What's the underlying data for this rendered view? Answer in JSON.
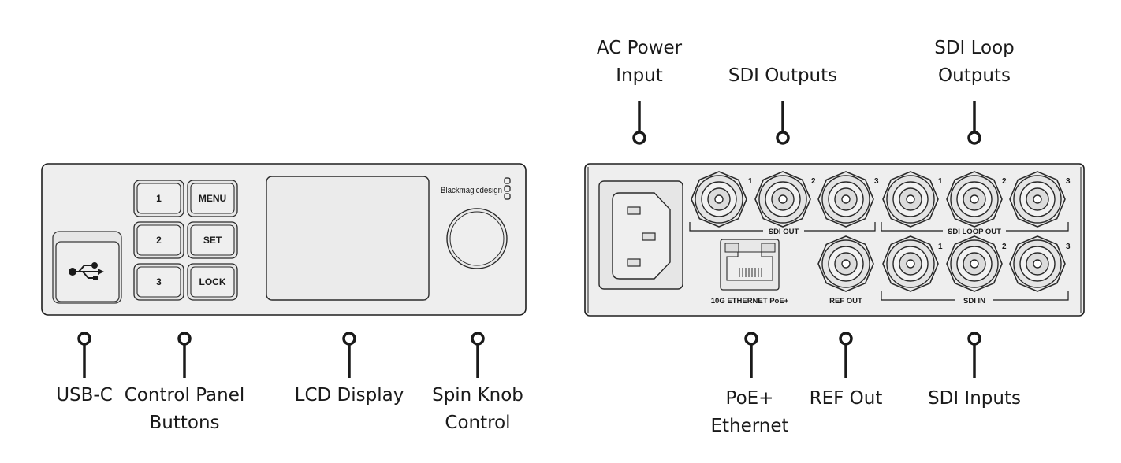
{
  "front_panel": {
    "buttons": {
      "b1": "1",
      "menu": "MENU",
      "b2": "2",
      "set": "SET",
      "b3": "3",
      "lock": "LOCK"
    },
    "logo": "Blackmagicdesign"
  },
  "rear_panel": {
    "sdi_out_label": "SDI OUT",
    "sdi_loop_out_label": "SDI LOOP OUT",
    "sdi_in_label": "SDI IN",
    "ethernet_label": "10G ETHERNET PoE+",
    "ref_out_label": "REF OUT",
    "port_numbers": {
      "out1": "1",
      "out2": "2",
      "out3": "3",
      "loop1": "1",
      "loop2": "2",
      "loop3": "3",
      "in1": "1",
      "in2": "2",
      "in3": "3"
    }
  },
  "callouts": {
    "usb_c": {
      "lines": [
        "USB-C"
      ]
    },
    "control_panel_buttons": {
      "lines": [
        "Control Panel",
        "Buttons"
      ]
    },
    "lcd_display": {
      "lines": [
        "LCD Display"
      ]
    },
    "spin_knob_control": {
      "lines": [
        "Spin Knob",
        "Control"
      ]
    },
    "ac_power_input": {
      "lines": [
        "AC Power",
        "Input"
      ]
    },
    "sdi_outputs": {
      "lines": [
        "SDI Outputs"
      ]
    },
    "sdi_loop_outputs": {
      "lines": [
        "SDI Loop",
        "Outputs"
      ]
    },
    "poe_ethernet": {
      "lines": [
        "PoE+",
        "Ethernet"
      ]
    },
    "ref_out": {
      "lines": [
        "REF Out"
      ]
    },
    "sdi_inputs": {
      "lines": [
        "SDI Inputs"
      ]
    }
  }
}
